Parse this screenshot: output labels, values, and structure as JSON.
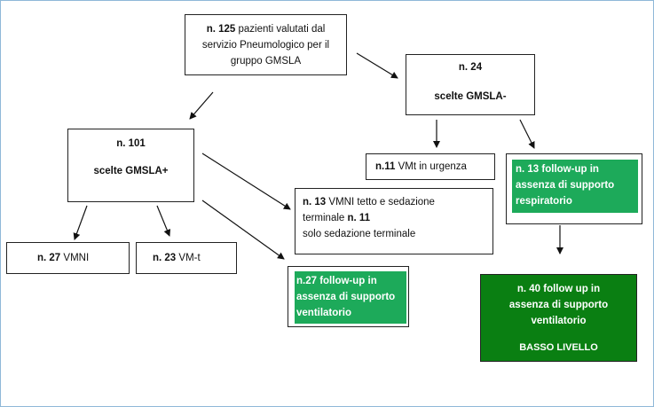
{
  "nodes": {
    "root": {
      "num": "n. 125",
      "text1": " pazienti valutati dal",
      "text2": "servizio Pneumologico per il",
      "text3": "gruppo GMSLA"
    },
    "gm_minus": {
      "num": "n. 24",
      "text": "scelte GMSLA-"
    },
    "gm_plus": {
      "num": "n. 101",
      "text": "scelte GMSLA+"
    },
    "vmt_urgenza": {
      "num": "n.11",
      "text": " VMt in urgenza"
    },
    "followup_13": {
      "line1": "n. 13 follow-up in",
      "line2": "assenza di supporto",
      "line3": "respiratorio"
    },
    "vmni_13": {
      "num": "n. 13",
      "line1": " VMNI tetto e sedazione",
      "line2a": "terminale ",
      "line2b": "n. 11",
      "line3": "solo sedazione terminale"
    },
    "vmni_27": {
      "num": "n. 27",
      "text": " VMNI"
    },
    "vmt_23": {
      "num": "n. 23",
      "text": " VM-t"
    },
    "followup_27": {
      "line1": "n.27 follow-up in",
      "line2": "assenza di supporto",
      "line3": "ventilatorio"
    },
    "followup_40": {
      "line1": "n. 40 follow up in",
      "line2": "assenza di supporto",
      "line3": "ventilatorio",
      "line4": "BASSO LIVELLO"
    }
  },
  "colors": {
    "green": "#1daa5a",
    "dark_green": "#0a7f12",
    "frame": "#8fb8d8"
  }
}
